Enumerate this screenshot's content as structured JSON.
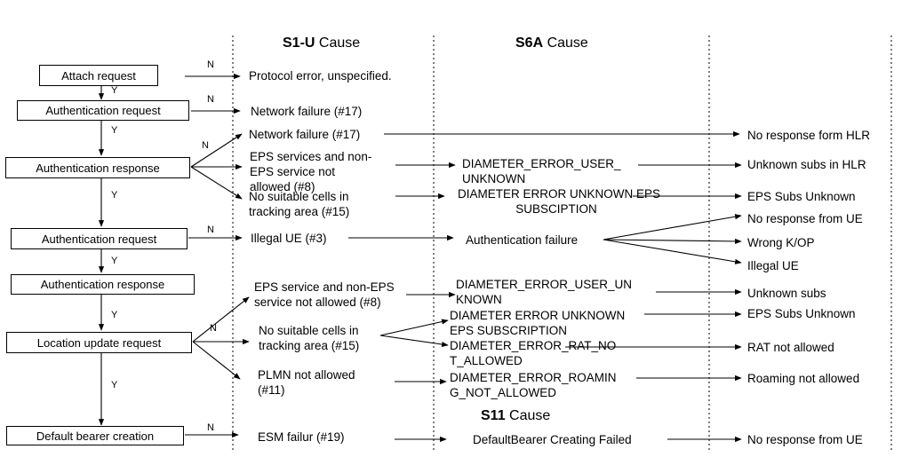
{
  "headers": {
    "s1u": {
      "bold": "S1-U",
      "rest": " Cause"
    },
    "s6a": {
      "bold": "S6A",
      "rest": " Cause"
    },
    "s11": {
      "bold": "S11",
      "rest": " Cause"
    }
  },
  "steps": {
    "attach": "Attach request",
    "auth_req_1": "Authentication request",
    "auth_resp_1": "Authentication response",
    "auth_req_2": "Authentication request",
    "auth_resp_2": "Authentication response",
    "loc_update": "Location update request",
    "default_bearer": "Default bearer creation"
  },
  "flow_labels": {
    "yes": "Y",
    "no": "N"
  },
  "s1u_causes": {
    "protocol_error": "Protocol error, unspecified.",
    "network_failure_a": "Network failure (#17)",
    "network_failure_b": "Network failure (#17)",
    "eps_services_1": "EPS services and non-",
    "eps_services_2": "EPS service not",
    "eps_services_3": "allowed (#8)",
    "no_cells_a1": "No suitable cells in",
    "no_cells_a2": "tracking area (#15)",
    "illegal_ue": "Illegal UE (#3)",
    "eps_service_b1": "EPS service and non-EPS",
    "eps_service_b2": "service not allowed (#8)",
    "no_cells_b1": "No suitable cells in",
    "no_cells_b2": "tracking area (#15)",
    "plmn_1": "PLMN not allowed",
    "plmn_2": "(#11)",
    "esm": "ESM failur (#19)"
  },
  "s6a_causes": {
    "user_unknown_a1": "DIAMETER_ERROR_USER_",
    "user_unknown_a2": "UNKNOWN",
    "unknown_eps_a1": "DIAMETER ERROR UNKNOWN EPS",
    "unknown_eps_a2": "SUBSCIPTION",
    "auth_failure": "Authentication failure",
    "user_unknown_b1": "DIAMETER_ERROR_USER_UN",
    "user_unknown_b2": "KNOWN",
    "unknown_eps_b1": "DIAMETER ERROR UNKNOWN",
    "unknown_eps_b2": "EPS SUBSCRIPTION",
    "rat_1": "DIAMETER_ERROR_RAT_NO",
    "rat_2": "T_ALLOWED",
    "roaming_1": "DIAMETER_ERROR_ROAMIN",
    "roaming_2": "G_NOT_ALLOWED",
    "bearer_failed": "DefaultBearer Creating Failed"
  },
  "final_causes": {
    "no_response_hlr": "No response form HLR",
    "unknown_subs_hlr": "Unknown subs in HLR",
    "eps_subs_unknown_a": "EPS Subs Unknown",
    "no_response_ue_a": "No response from UE",
    "wrong_kop": "Wrong K/OP",
    "illegal_ue": "Illegal UE",
    "unknown_subs": "Unknown subs",
    "eps_subs_unknown_b": "EPS Subs Unknown",
    "rat_not_allowed": "RAT not allowed",
    "roaming_not_allowed": "Roaming not allowed",
    "no_response_ue_b": "No response from UE"
  }
}
